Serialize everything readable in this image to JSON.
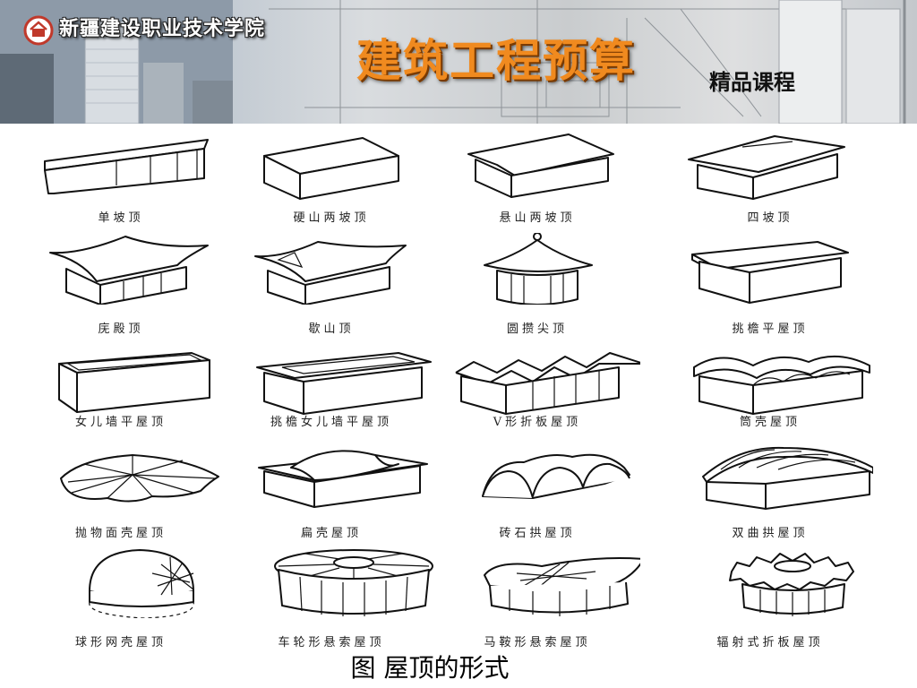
{
  "header": {
    "school_name": "新疆建设职业技术学院",
    "course_title": "建筑工程预算",
    "course_tag": "精品课程"
  },
  "figure": {
    "caption": "图  屋顶的形式",
    "roof_types": [
      "单坡顶",
      "硬山两坡顶",
      "悬山两坡顶",
      "四坡顶",
      "庑殿顶",
      "歇山顶",
      "圆攒尖顶",
      "挑檐平屋顶",
      "女儿墙平屋顶",
      "挑檐女儿墙平屋顶",
      "V形折板屋顶",
      "筒壳屋顶",
      "抛物面壳屋顶",
      "扁壳屋顶",
      "砖石拱屋顶",
      "双曲拱屋顶",
      "球形网壳屋顶",
      "车轮形悬索屋顶",
      "马鞍形悬索屋顶",
      "辐射式折板屋顶"
    ]
  },
  "colors": {
    "title_orange": "#f08a1f",
    "banner_gray": "#c9ccce"
  }
}
